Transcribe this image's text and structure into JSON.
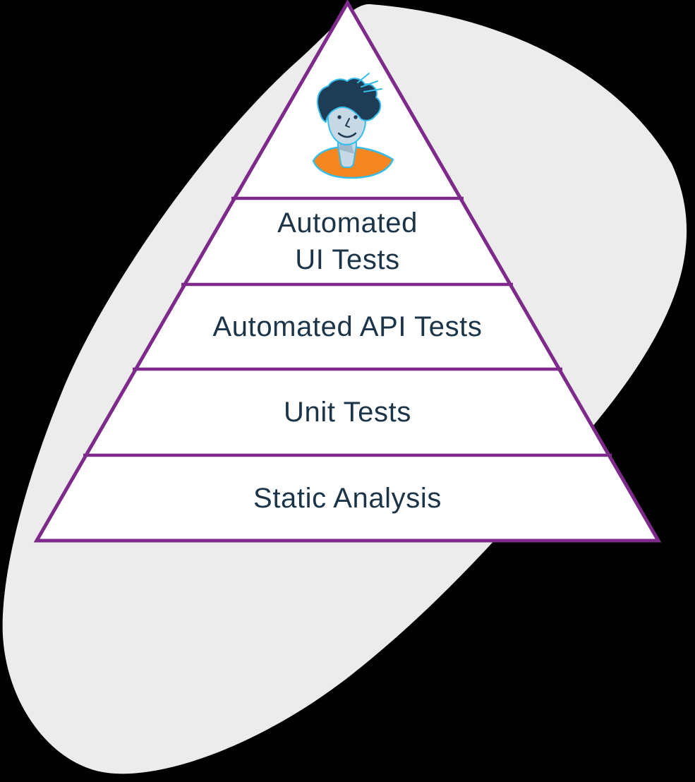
{
  "diagram": {
    "title_visible": false,
    "type": "testing-pyramid",
    "tiers": [
      {
        "id": "manual-session",
        "icon": "person",
        "label": ""
      },
      {
        "id": "automated-ui-tests",
        "label_line1": "Automated",
        "label_line2": "UI Tests"
      },
      {
        "id": "automated-api-tests",
        "label": "Automated API Tests"
      },
      {
        "id": "unit-tests",
        "label": "Unit Tests"
      },
      {
        "id": "static-analysis",
        "label": "Static Analysis"
      }
    ]
  },
  "colors": {
    "background": "#000000",
    "blob": "#ECECEC",
    "pyramid_fill": "#FFFFFF",
    "pyramid_outline": "#7D2A8B",
    "label_text": "#1B3447",
    "avatar_hair": "#1E3C55",
    "avatar_skin": "#C7D9E4",
    "avatar_skin_shadow": "#9FB9CB",
    "avatar_shirt": "#F6861F",
    "avatar_outline": "#35BEEB"
  }
}
